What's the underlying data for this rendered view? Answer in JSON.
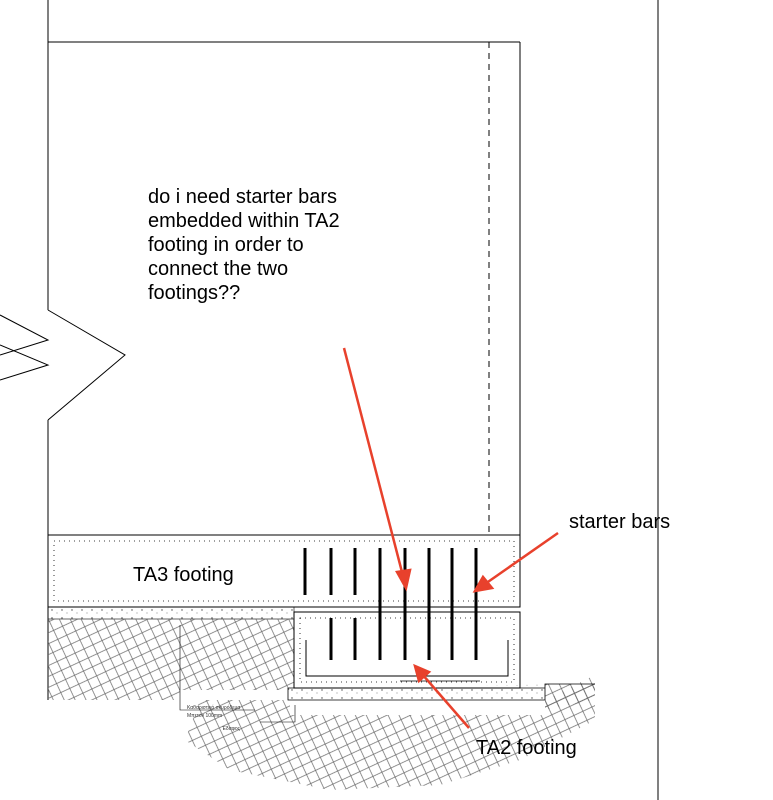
{
  "question": {
    "line1": "do i need starter bars",
    "line2": "embedded within TA2",
    "line3": "footing in order to",
    "line4": "connect the two",
    "line5": "footings??"
  },
  "labels": {
    "ta3_footing": "TA3 footing",
    "starter_bars": "starter bars",
    "ta2_footing": "TA2 footing"
  },
  "colors": {
    "arrow": "#e8412c",
    "line": "#000000",
    "hatch": "#555555"
  }
}
